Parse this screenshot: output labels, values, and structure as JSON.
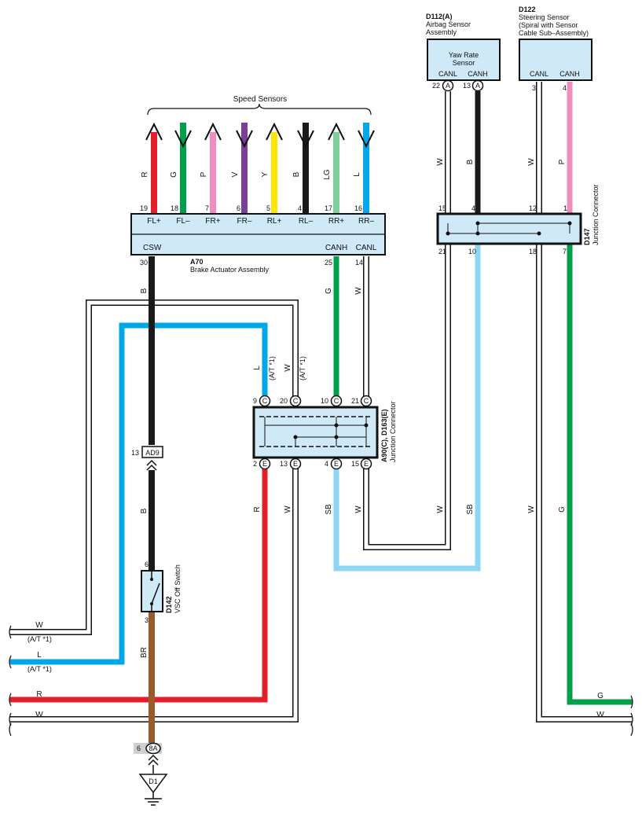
{
  "colors": {
    "red": "#e3202a",
    "green": "#00a04a",
    "pink": "#f08cbe",
    "violet": "#7b3f98",
    "yellow": "#ffe400",
    "black": "#1a1a1a",
    "light_green": "#7fcf9b",
    "blue": "#00a8e8",
    "sky_blue": "#8fd6f2",
    "brown": "#9a5a2c",
    "white_wire": "#ffffff",
    "box_fill": "#cfe9f7"
  },
  "speed_sensors": {
    "title": "Speed Sensors",
    "wires": [
      {
        "color_code": "R",
        "pin": "19",
        "terminal": "FL+"
      },
      {
        "color_code": "G",
        "pin": "18",
        "terminal": "FL–"
      },
      {
        "color_code": "P",
        "pin": "7",
        "terminal": "FR+"
      },
      {
        "color_code": "V",
        "pin": "6",
        "terminal": "FR–"
      },
      {
        "color_code": "Y",
        "pin": "5",
        "terminal": "RL+"
      },
      {
        "color_code": "B",
        "pin": "4",
        "terminal": "RL–"
      },
      {
        "color_code": "LG",
        "pin": "17",
        "terminal": "RR+"
      },
      {
        "color_code": "L",
        "pin": "16",
        "terminal": "RR–"
      }
    ]
  },
  "a70": {
    "code": "A70",
    "name": "Brake Actuator Assembly",
    "csw_label": "CSW",
    "csw_pin": "30",
    "canh_label": "CANH",
    "canh_pin": "25",
    "canl_label": "CANL",
    "canl_pin": "14"
  },
  "d112": {
    "code": "D112(A)",
    "name_line1": "Airbag Sensor",
    "name_line2": "Assembly",
    "inner_line1": "Yaw Rate",
    "inner_line2": "Sensor",
    "canl_label": "CANL",
    "canh_label": "CANH",
    "canl_pin": "22",
    "canh_pin": "13",
    "connector": "A"
  },
  "d122": {
    "code": "D122",
    "name_line1": "Steering Sensor",
    "name_line2": "(Spiral with Sensor",
    "name_line3": "Cable Sub–Assembly)",
    "canl_label": "CANL",
    "canh_label": "CANH",
    "canl_pin": "3",
    "canh_pin": "4"
  },
  "d147": {
    "code": "D147",
    "name": "Junction Connector",
    "top_pins": [
      "15",
      "4",
      "12",
      "1"
    ],
    "bottom_pins": [
      "21",
      "10",
      "18",
      "7"
    ]
  },
  "a90": {
    "code": "A90(C), D163(E)",
    "name": "Junction Connector",
    "top_pins": [
      "9",
      "20",
      "10",
      "21"
    ],
    "top_conn": "C",
    "bottom_pins": [
      "2",
      "13",
      "4",
      "15"
    ],
    "bottom_conn": "E"
  },
  "wire_codes": {
    "b": "B",
    "g": "G",
    "w": "W",
    "l": "L",
    "r": "R",
    "sb": "SB",
    "br": "BR",
    "p": "P"
  },
  "notes": {
    "at1": "(A/T *1)"
  },
  "ad9": {
    "pin": "13",
    "name": "AD9"
  },
  "d142": {
    "code": "D142",
    "name": "VSC Off Switch",
    "pin_top": "6",
    "pin_bottom": "3"
  },
  "conn_8a": {
    "pin": "6",
    "name": "8A"
  },
  "ground": {
    "name": "D1"
  }
}
